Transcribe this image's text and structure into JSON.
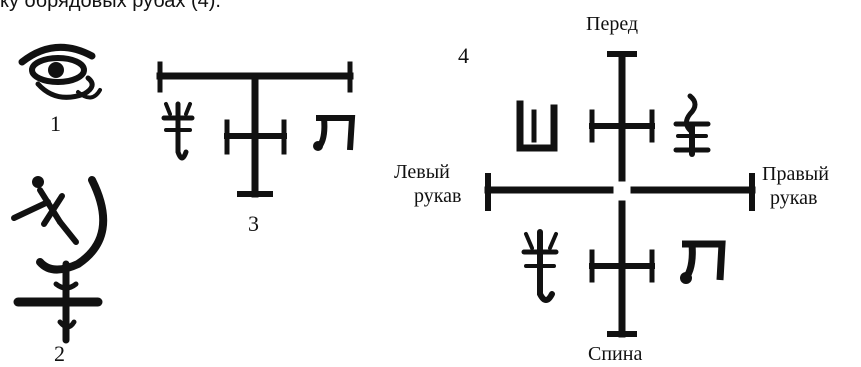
{
  "header_fragment": "ку обрядовых рубах (4).",
  "figures": {
    "fig1": {
      "number": "1"
    },
    "fig2": {
      "number": "2"
    },
    "fig3": {
      "number": "3"
    },
    "fig4": {
      "number": "4",
      "labels": {
        "front": "Перед",
        "back": "Спина",
        "left_sleeve_line1": "Левый",
        "left_sleeve_line2": "рукав",
        "right_sleeve_line1": "Правый",
        "right_sleeve_line2": "рукав"
      }
    }
  },
  "colors": {
    "ink": "#111111",
    "background": "#ffffff"
  }
}
